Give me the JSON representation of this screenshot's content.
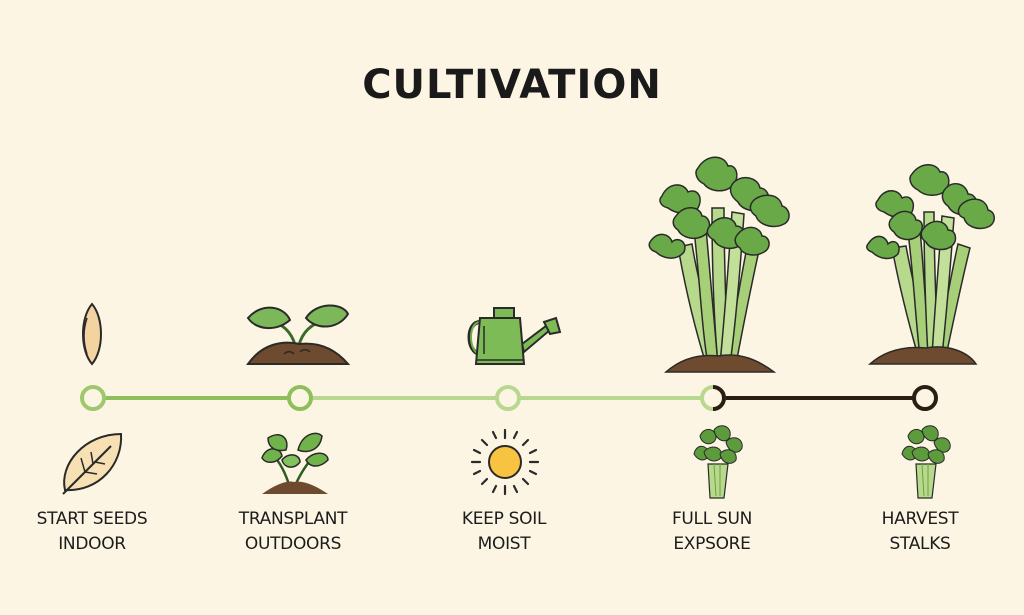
{
  "title": "CULTIVATION",
  "colors": {
    "background": "#fcf5e3",
    "timeline_green": "#8fbf5a",
    "timeline_light_green": "#b8d88f",
    "timeline_dark": "#2a1e14",
    "leaf_green": "#5f9c3f",
    "stalk_green": "#b7d98b",
    "soil_brown": "#6e4a2e",
    "sun_yellow": "#f7c340",
    "seed_tan": "#f3d3a0"
  },
  "steps": [
    {
      "label_line1": "START SEEDS",
      "label_line2": "INDOOR",
      "top_icon": "seed-icon",
      "bottom_icon": "leaf-icon",
      "node_state": "complete"
    },
    {
      "label_line1": "TRANSPLANT",
      "label_line2": "OUTDOORS",
      "top_icon": "sprout-in-soil-icon",
      "bottom_icon": "seedling-plant-icon",
      "node_state": "complete"
    },
    {
      "label_line1": "KEEP SOIL",
      "label_line2": "MOIST",
      "top_icon": "watering-can-icon",
      "bottom_icon": "sun-icon",
      "node_state": "complete"
    },
    {
      "label_line1": "FULL SUN",
      "label_line2": "EXPSORE",
      "top_icon": "celery-plant-large-icon",
      "bottom_icon": "celery-bunch-icon",
      "node_state": "current"
    },
    {
      "label_line1": "HARVEST",
      "label_line2": "STALKS",
      "top_icon": "celery-plant-large-icon",
      "bottom_icon": "celery-bunch-icon",
      "node_state": "pending"
    }
  ]
}
